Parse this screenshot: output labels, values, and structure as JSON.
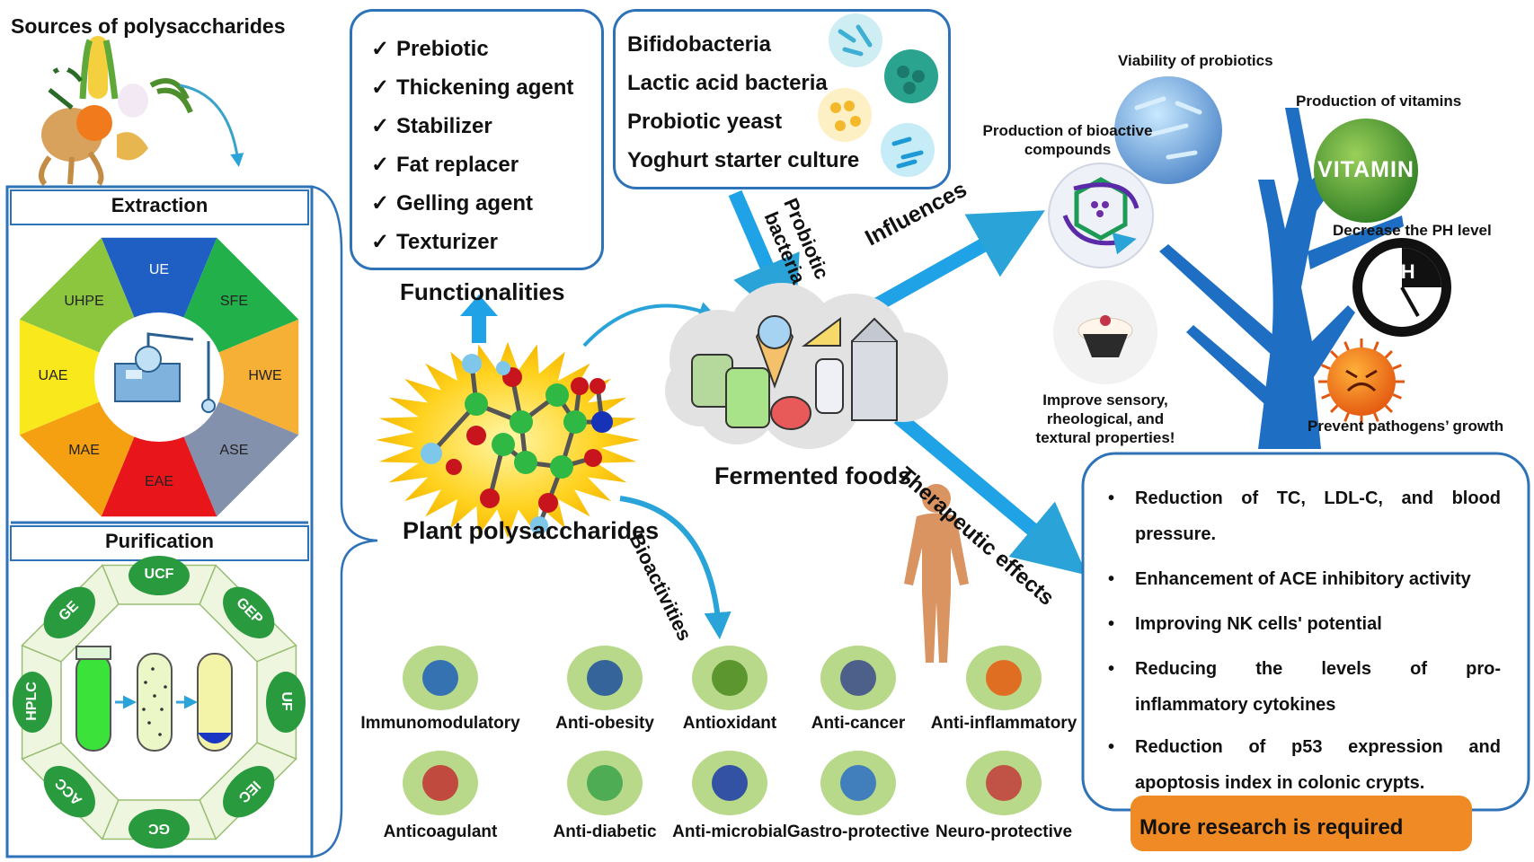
{
  "sources": {
    "title": "Sources of polysaccharides"
  },
  "extraction": {
    "title": "Extraction",
    "methods": [
      "UE",
      "SFE",
      "HWE",
      "ASE",
      "EAE",
      "MAE",
      "UAE",
      "UHPE"
    ],
    "colors": [
      "#1f5fc4",
      "#22b04a",
      "#f5b035",
      "#8391ac",
      "#e8151b",
      "#f5a010",
      "#f8e81c",
      "#8cc63f"
    ]
  },
  "purification": {
    "title": "Purification",
    "methods": [
      "UCF",
      "GEP",
      "UF",
      "IEC",
      "GC",
      "ACC",
      "HPLC",
      "GE"
    ]
  },
  "functionalities": {
    "title": "Functionalities",
    "check_mark": "✓",
    "items": [
      "Prebiotic",
      "Thickening agent",
      "Stabilizer",
      "Fat replacer",
      "Gelling agent",
      "Texturizer"
    ]
  },
  "bacteria": {
    "items": [
      "Bifidobacteria",
      "Lactic acid bacteria",
      "Probiotic yeast",
      "Yoghurt starter culture"
    ]
  },
  "center": {
    "plant_label": "Plant polysaccharides",
    "fermented_label": "Fermented foods",
    "arrow_probiotic": "Probiotic bacteria",
    "arrow_probiotic_line1": "Probiotic",
    "arrow_probiotic_line2": "bacteria",
    "arrow_influences": "Influences",
    "arrow_therapeutic": "Therapeutic effects",
    "arrow_bioactivities": "Bioactivities"
  },
  "tree": {
    "viability": "Viability of probiotics",
    "vitamins": "Production of vitamins",
    "vitamin_word": "VITAMIN",
    "bioactive": "Production of bioactive compounds",
    "bioactive_line1": "Production of bioactive",
    "bioactive_line2": "compounds",
    "ph": "Decrease the PH level",
    "ph_word": "pH",
    "sensory": "Improve sensory, rheological, and textural properties!",
    "sensory_line1": "Improve sensory,",
    "sensory_line2": "rheological, and",
    "sensory_line3": "textural properties!",
    "pathogens": "Prevent pathogens’ growth"
  },
  "bioactivities": [
    "Immunomodulatory",
    "Anti-obesity",
    "Antioxidant",
    "Anti-cancer",
    "Anti-inflammatory",
    "Anticoagulant",
    "Anti-diabetic",
    "Anti-microbial",
    "Gastro-protective",
    "Neuro-protective"
  ],
  "therapeutic": {
    "bullet": "•",
    "items": [
      {
        "line1": "Reduction of TC, LDL-C, and blood",
        "line2": "pressure."
      },
      {
        "line1": "Enhancement of ACE inhibitory  activity",
        "line2": ""
      },
      {
        "line1": "Improving NK cells' potential",
        "line2": ""
      },
      {
        "line1": "Reducing the levels of pro-",
        "line2": "inflammatory cytokines"
      },
      {
        "line1": "Reduction of p53 expression and",
        "line2": "apoptosis index in colonic crypts."
      }
    ],
    "note": "More research  is required"
  },
  "colors": {
    "blue_outline": "#2e72b8",
    "arrow_blue": "#1fa3e6",
    "tree_blue": "#1e6fc4",
    "orange": "#f08a24"
  }
}
